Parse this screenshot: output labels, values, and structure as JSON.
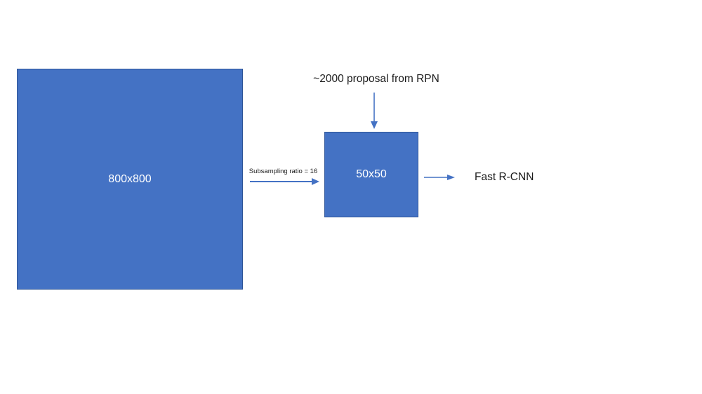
{
  "diagram": {
    "title_context": "CNN feature map subsampling diagram",
    "input_box": {
      "label": "800x800"
    },
    "feature_box": {
      "label": "50x50"
    },
    "subsampling_arrow": {
      "label": "Subsampling ratio = 16"
    },
    "proposal_annotation": {
      "label": "~2000 proposal from RPN"
    },
    "output": {
      "label": "Fast R-CNN"
    },
    "colors": {
      "box_fill": "#4472C4",
      "box_border": "#2F5597",
      "arrow": "#4472C4",
      "box_text": "#FFFFFF",
      "label_text": "#1A1A1A",
      "background": "#FFFFFF"
    }
  }
}
